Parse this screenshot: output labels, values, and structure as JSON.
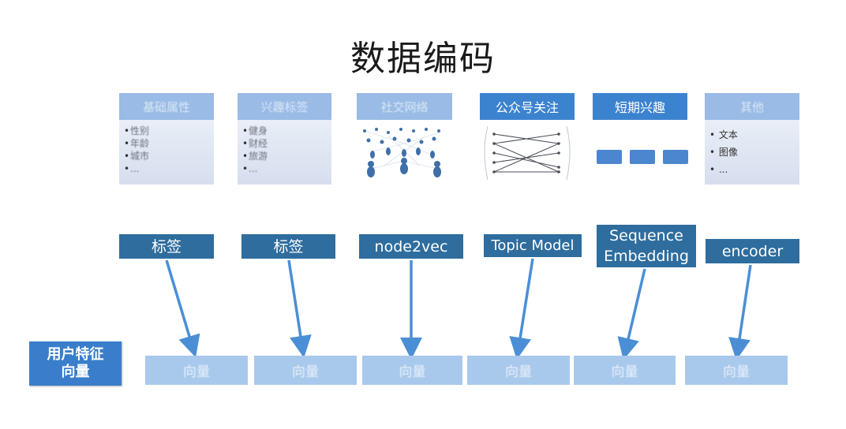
{
  "title": "数据编码",
  "columns": [
    {
      "header": "基础属性",
      "card_items": [
        "性别",
        "年龄",
        "城市",
        "..."
      ],
      "method": "标签",
      "vector": "向量"
    },
    {
      "header": "兴趣标签",
      "card_items": [
        "健身",
        "财经",
        "旅游",
        "..."
      ],
      "method": "标签",
      "vector": "向量"
    },
    {
      "header": "社交网络",
      "card_items": [],
      "method": "node2vec",
      "vector": "向量"
    },
    {
      "header": "公众号关注",
      "card_items": [],
      "method": "Topic Model",
      "vector": "向量"
    },
    {
      "header": "短期兴趣",
      "card_items": [],
      "method_line1": "Sequence",
      "method_line2": "Embedding",
      "vector": "向量"
    },
    {
      "header": "其他",
      "card_items": [
        "文本",
        "图像",
        "..."
      ],
      "method": "encoder",
      "vector": "向量"
    }
  ],
  "user_feature": {
    "line1": "用户特征",
    "line2": "向量"
  },
  "colors": {
    "method_bg": "#2e6d9e",
    "vector_bg": "#a9c9ec",
    "arrow": "#4a8fd6",
    "user_feature_bg": "#3a7ecb"
  }
}
